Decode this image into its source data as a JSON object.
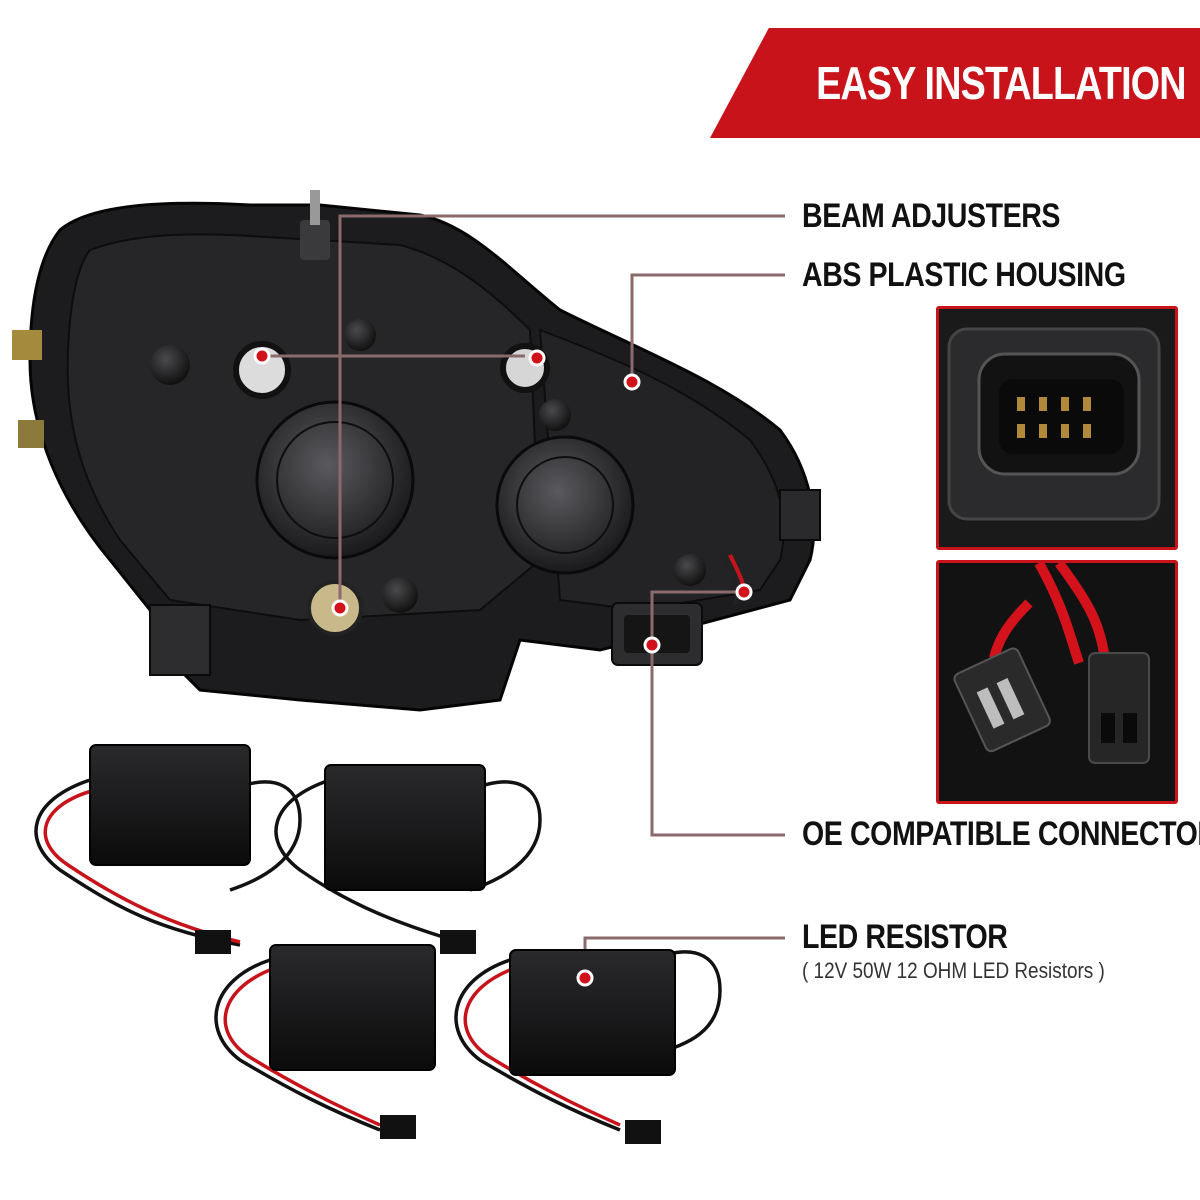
{
  "banner": {
    "title": "EASY INSTALLATION"
  },
  "callouts": {
    "beam_adjusters": "BEAM ADJUSTERS",
    "abs_housing": "ABS PLASTIC HOUSING",
    "oe_connectors": "OE COMPATIBLE CONNECTORS",
    "led_resistor": "LED RESISTOR",
    "led_resistor_detail": "( 12V 50W 12 OHM LED Resistors )"
  },
  "colors": {
    "accent_red": "#c8131b",
    "leader_line": "#8a6a6a",
    "housing_black": "#1c1c1e",
    "marker_red": "#d1121b"
  },
  "icons": {
    "marker": "red-dot-marker",
    "connector_inset": "connector-closeup-image",
    "plug_inset": "wire-plug-closeup-image"
  }
}
